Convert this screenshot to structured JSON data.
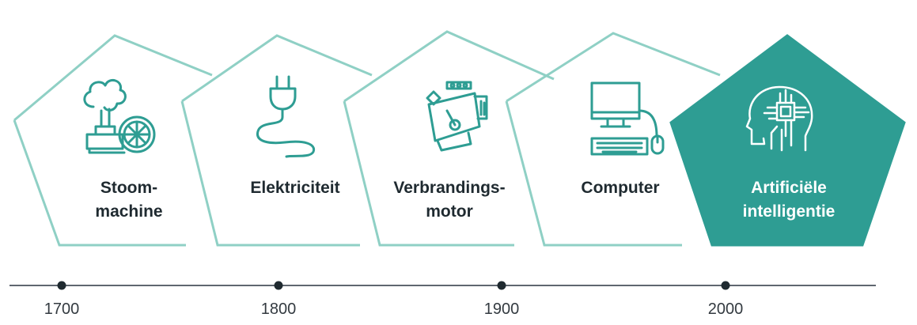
{
  "stages": [
    {
      "label_lines": [
        "Stoom-",
        "machine"
      ],
      "icon": "steam-engine-icon",
      "highlighted": false
    },
    {
      "label_lines": [
        "Elektriciteit"
      ],
      "icon": "electric-plug-icon",
      "highlighted": false
    },
    {
      "label_lines": [
        "Verbrandings-",
        "motor"
      ],
      "icon": "combustion-engine-icon",
      "highlighted": false
    },
    {
      "label_lines": [
        "Computer"
      ],
      "icon": "desktop-computer-icon",
      "highlighted": false
    },
    {
      "label_lines": [
        "Artificiële",
        "intelligentie"
      ],
      "icon": "ai-brain-chip-icon",
      "highlighted": true
    }
  ],
  "timeline": {
    "years": [
      "1700",
      "1800",
      "1900",
      "2000"
    ]
  },
  "colors": {
    "outline": "#8fd0c5",
    "accent": "#2e9d93",
    "icon": "#2e9d93",
    "text_dark": "#1f2a30",
    "text_light": "#ffffff",
    "axis": "#2a3540"
  }
}
